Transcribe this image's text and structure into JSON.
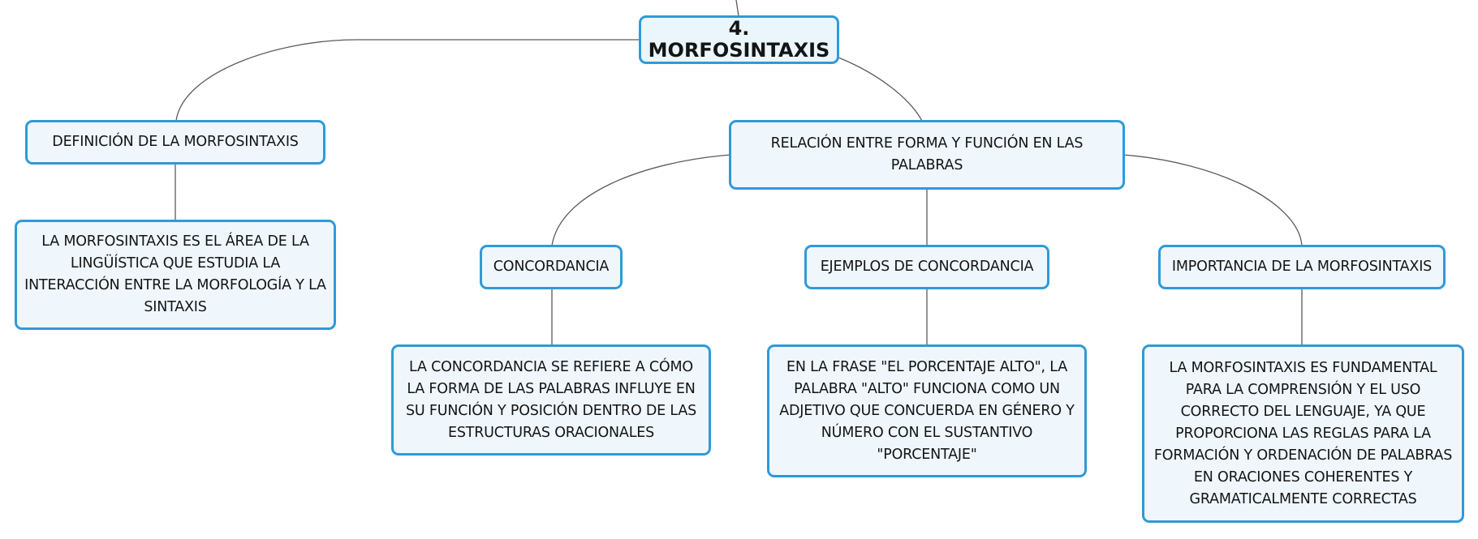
{
  "colors": {
    "node_fill": "#eff7fd",
    "node_border": "#2f9ad8",
    "connector": "#5b5b5b",
    "text": "#141414"
  },
  "central": {
    "title": "4. MORFOSINTAXIS"
  },
  "branches": {
    "definicion": {
      "title": "DEFINICIÓN DE LA MORFOSINTAXIS",
      "detail": "LA MORFOSINTAXIS ES EL ÁREA DE LA LINGÜÍSTICA QUE ESTUDIA LA INTERACCIÓN ENTRE LA MORFOLOGÍA Y LA SINTAXIS"
    },
    "relacion": {
      "title": "RELACIÓN ENTRE FORMA Y FUNCIÓN EN LAS PALABRAS",
      "children": {
        "concordancia": {
          "title": "CONCORDANCIA",
          "detail": "LA CONCORDANCIA SE REFIERE A CÓMO LA FORMA DE LAS PALABRAS INFLUYE EN SU FUNCIÓN Y POSICIÓN DENTRO DE LAS ESTRUCTURAS ORACIONALES"
        },
        "ejemplos": {
          "title": "EJEMPLOS DE CONCORDANCIA",
          "detail": "EN LA FRASE \"EL PORCENTAJE ALTO\", LA PALABRA \"ALTO\" FUNCIONA COMO UN ADJETIVO QUE CONCUERDA EN GÉNERO Y NÚMERO CON EL SUSTANTIVO \"PORCENTAJE\""
        },
        "importancia": {
          "title": "IMPORTANCIA DE LA MORFOSINTAXIS",
          "detail": "LA MORFOSINTAXIS ES FUNDAMENTAL PARA LA COMPRENSIÓN Y EL USO CORRECTO DEL LENGUAJE, YA QUE PROPORCIONA LAS REGLAS PARA LA FORMACIÓN Y ORDENACIÓN DE PALABRAS EN ORACIONES COHERENTES Y GRAMATICALMENTE CORRECTAS"
        }
      }
    }
  }
}
